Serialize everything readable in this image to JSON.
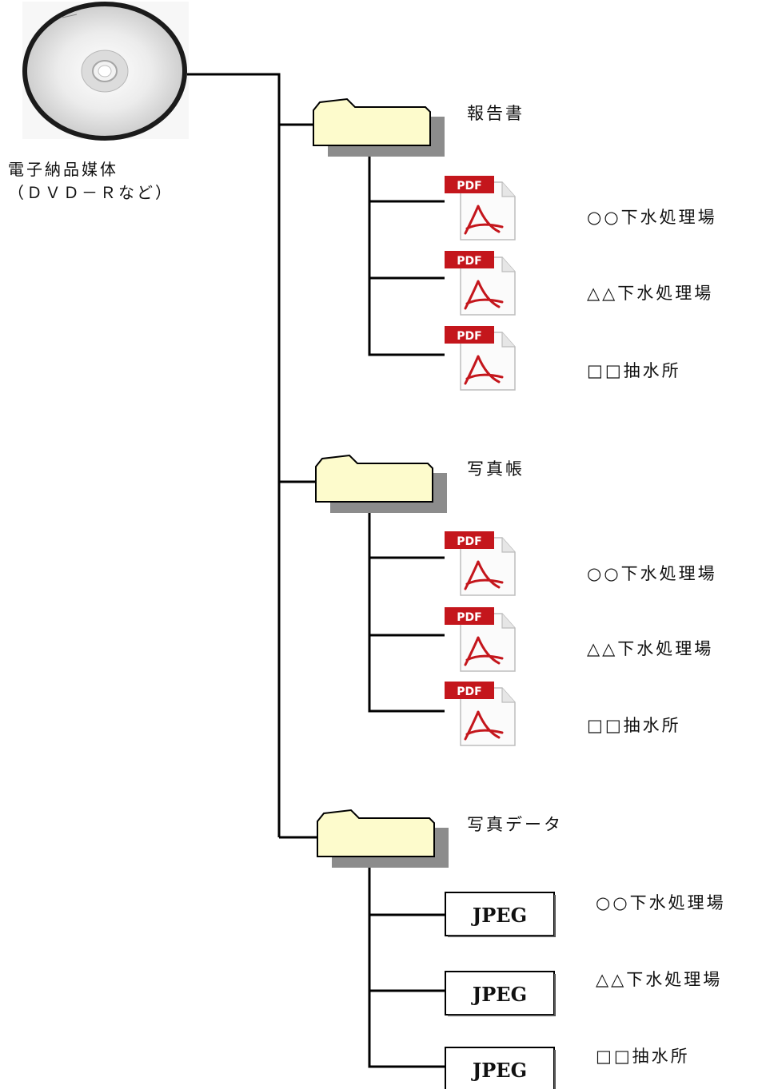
{
  "media": {
    "name": "電子納品媒体",
    "type_note": "（ＤＶＤ－Ｒなど）",
    "icon": "dvd-disc-icon"
  },
  "folders": [
    {
      "key": "report",
      "label": "報告書",
      "icon": "folder-icon",
      "files": [
        {
          "type": "PDF",
          "label": "○○下水処理場",
          "icon": "pdf-file-icon"
        },
        {
          "type": "PDF",
          "label": "△△下水処理場",
          "icon": "pdf-file-icon"
        },
        {
          "type": "PDF",
          "label": "□□抽水所",
          "icon": "pdf-file-icon"
        }
      ]
    },
    {
      "key": "photobook",
      "label": "写真帳",
      "icon": "folder-icon",
      "files": [
        {
          "type": "PDF",
          "label": "○○下水処理場",
          "icon": "pdf-file-icon"
        },
        {
          "type": "PDF",
          "label": "△△下水処理場",
          "icon": "pdf-file-icon"
        },
        {
          "type": "PDF",
          "label": "□□抽水所",
          "icon": "pdf-file-icon"
        }
      ]
    },
    {
      "key": "photodata",
      "label": "写真データ",
      "icon": "folder-icon",
      "files": [
        {
          "type": "JPEG",
          "label": "○○下水処理場",
          "icon": "jpeg-file-icon"
        },
        {
          "type": "JPEG",
          "label": "△△下水処理場",
          "icon": "jpeg-file-icon"
        },
        {
          "type": "JPEG",
          "label": "□□抽水所",
          "icon": "jpeg-file-icon"
        }
      ]
    }
  ],
  "colors": {
    "line": "#000000",
    "folder_fill": "#fdfbcc",
    "folder_shadow": "#8c8c8c",
    "pdf_badge": "#c4161c",
    "pdf_swoosh": "#c4161c"
  }
}
